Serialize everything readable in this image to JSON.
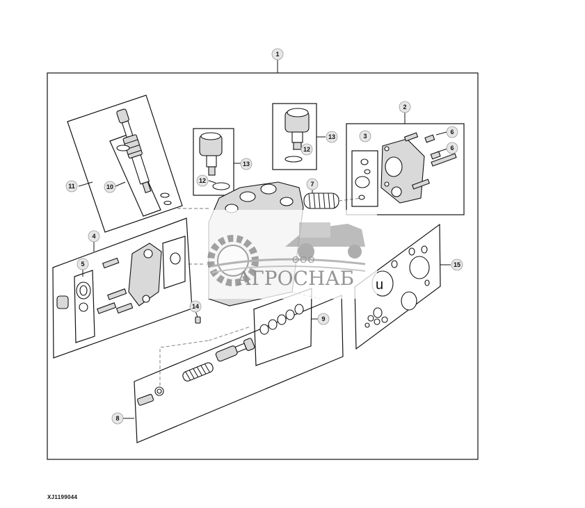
{
  "callouts": [
    {
      "id": "1",
      "label": "1"
    },
    {
      "id": "2",
      "label": "2"
    },
    {
      "id": "3",
      "label": "3"
    },
    {
      "id": "4",
      "label": "4"
    },
    {
      "id": "5",
      "label": "5"
    },
    {
      "id": "6a",
      "label": "6"
    },
    {
      "id": "6b",
      "label": "6"
    },
    {
      "id": "7",
      "label": "7"
    },
    {
      "id": "8",
      "label": "8"
    },
    {
      "id": "9",
      "label": "9"
    },
    {
      "id": "10",
      "label": "10"
    },
    {
      "id": "11",
      "label": "11"
    },
    {
      "id": "12a",
      "label": "12"
    },
    {
      "id": "12b",
      "label": "12"
    },
    {
      "id": "13a",
      "label": "13"
    },
    {
      "id": "13b",
      "label": "13"
    },
    {
      "id": "14",
      "label": "14"
    },
    {
      "id": "15",
      "label": "15"
    }
  ],
  "watermark": {
    "company_prefix": "ООО",
    "company_name": "АГРОСНАБ",
    "trailing_letter": "u"
  },
  "drawing_code": "XJ1199044"
}
